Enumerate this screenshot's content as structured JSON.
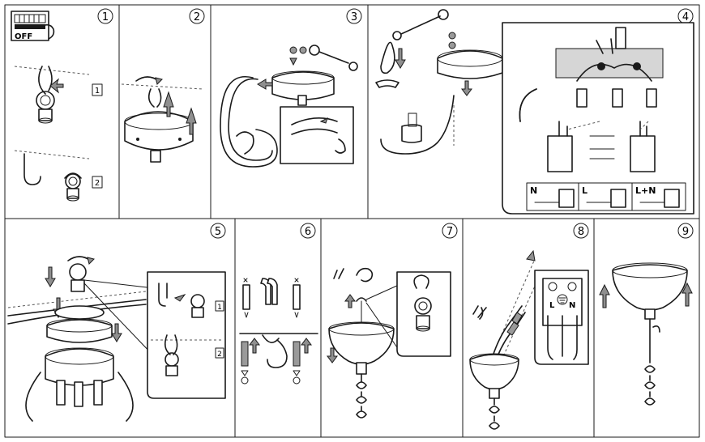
{
  "steps": [
    {
      "number": "1"
    },
    {
      "number": "2"
    },
    {
      "number": "3"
    },
    {
      "number": "4"
    },
    {
      "number": "5"
    },
    {
      "number": "6"
    },
    {
      "number": "7"
    },
    {
      "number": "8"
    },
    {
      "number": "9"
    }
  ],
  "step1": {
    "switch_label": "OFF",
    "option_a": "1",
    "option_b": "2"
  },
  "step4": {
    "wire_n": "N",
    "wire_l": "L",
    "wire_ln": "L+N"
  },
  "step5": {
    "option_a": "1",
    "option_b": "2"
  },
  "step8": {
    "terminal_l": "L",
    "terminal_n": "N"
  }
}
